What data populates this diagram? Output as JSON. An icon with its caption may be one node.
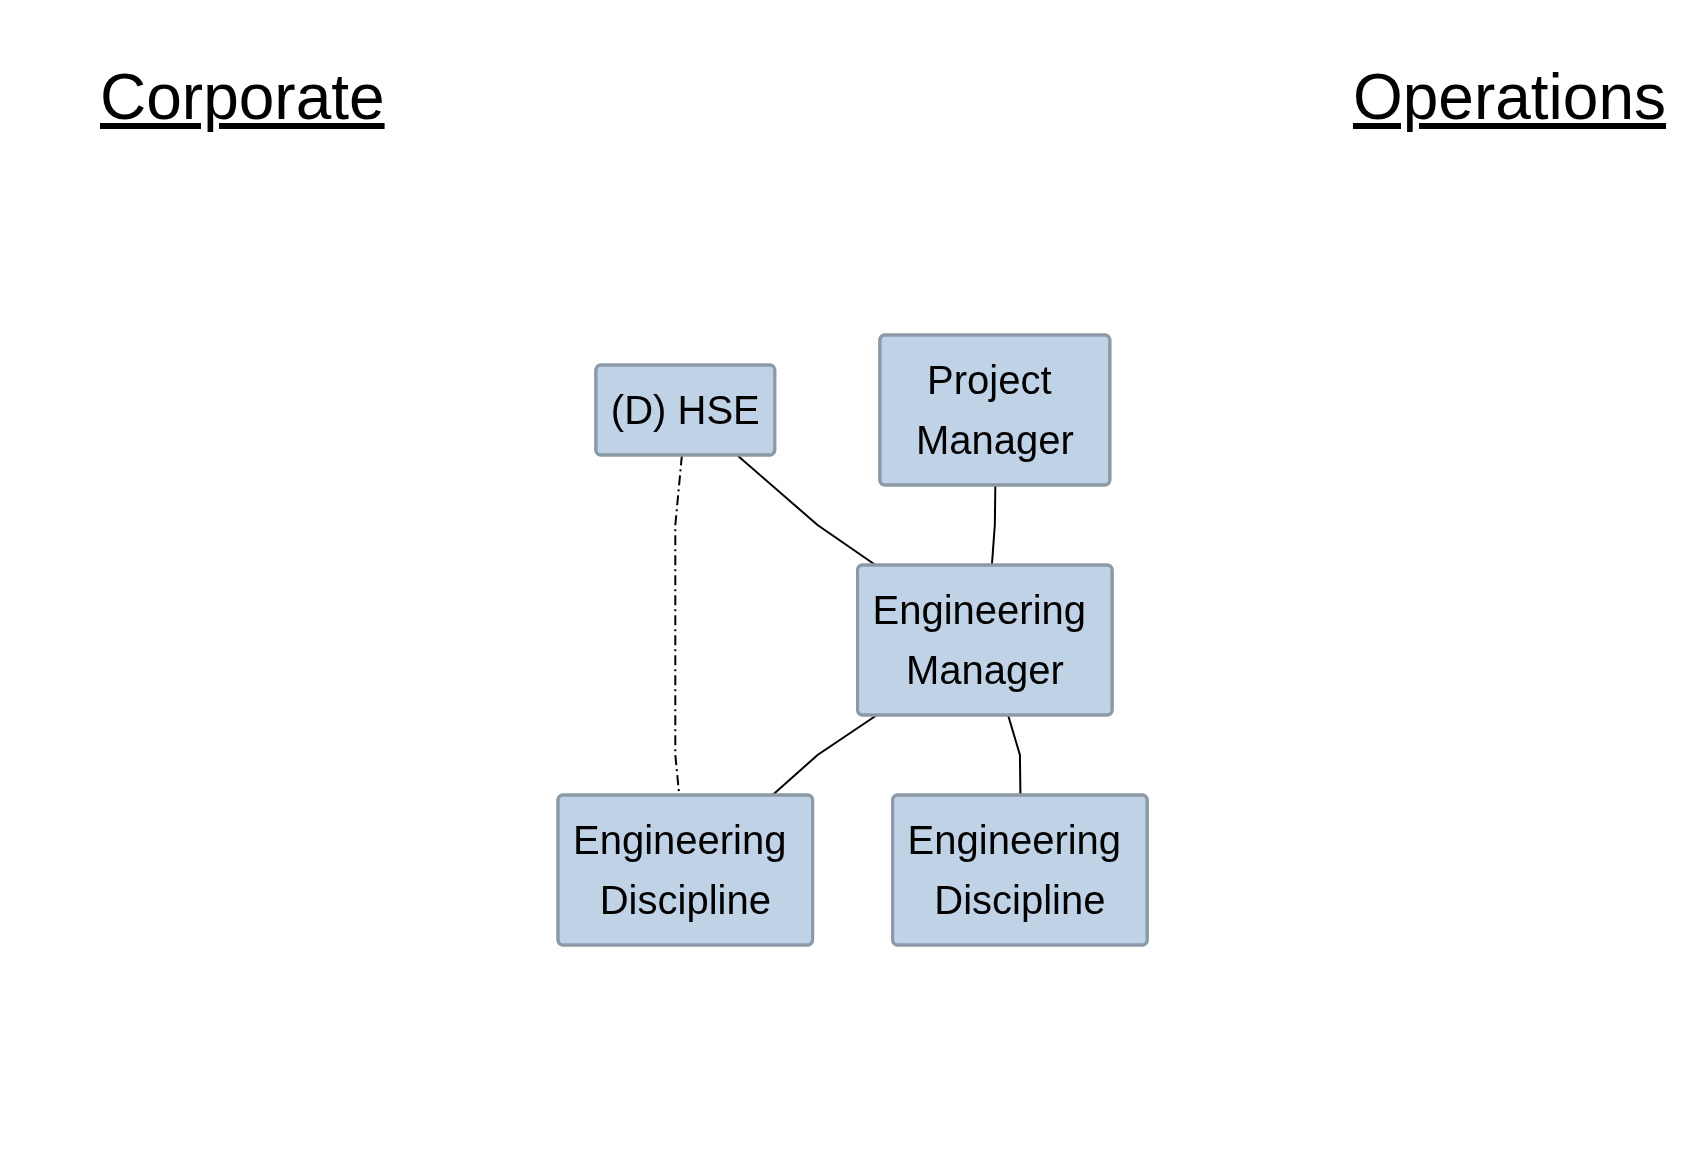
{
  "diagram": {
    "nodes": [
      {
        "text": [
          "Project Manager"
        ]
      },
      {
        "text": [
          "(D) HSE"
        ]
      },
      {
        "text": [
          "Engineering Manager"
        ]
      },
      {
        "text": [
          "Engineering Discipline"
        ]
      },
      {
        "text": [
          "Engineering Discipline"
        ]
      }
    ],
    "edges": [
      {
        "from": 0,
        "to": 2,
        "arrow": "none"
      },
      {
        "from": 1,
        "to": 2,
        "arrow": "none"
      },
      {
        "from": 2,
        "to": 3,
        "arrow": "none"
      },
      {
        "from": 2,
        "to": 4,
        "arrow": "none"
      },
      {
        "from": 1,
        "to": 3,
        "arrow": "none",
        "style": "dashed"
      }
    ],
    "labels": [
      "Corporate",
      "Operations"
    ]
  }
}
